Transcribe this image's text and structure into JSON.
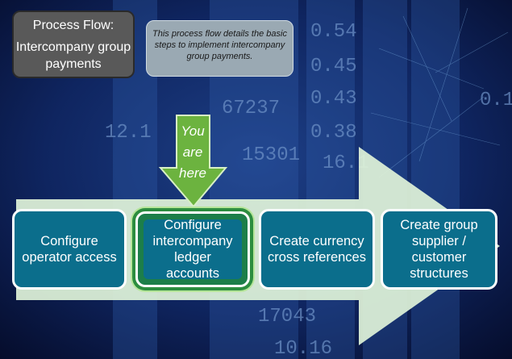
{
  "title": {
    "line1": "Process Flow:",
    "line2": "Intercompany group payments"
  },
  "description": "This process flow details the basic steps to implement intercompany group payments.",
  "marker": {
    "line1": "You",
    "line2": "are",
    "line3": "here"
  },
  "steps": [
    {
      "label": "Configure operator access"
    },
    {
      "label": "Configure intercompany ledger accounts",
      "current": true
    },
    {
      "label": "Create currency cross references"
    },
    {
      "label": "Create group supplier / customer structures"
    }
  ],
  "background_numbers": [
    "0.54",
    "0.45",
    "0.43",
    "0.38",
    "67237",
    "15301",
    "12.1",
    "17043",
    "10.16",
    "16.1",
    "0.1"
  ],
  "colors": {
    "step_fill": "#0b6e8c",
    "current_border": "#2c8d3f",
    "marker_arrow": "#6cb33f",
    "flow_arrow": "#dff2d8",
    "title_fill": "#595959",
    "desc_fill": "#9aa9b3"
  }
}
